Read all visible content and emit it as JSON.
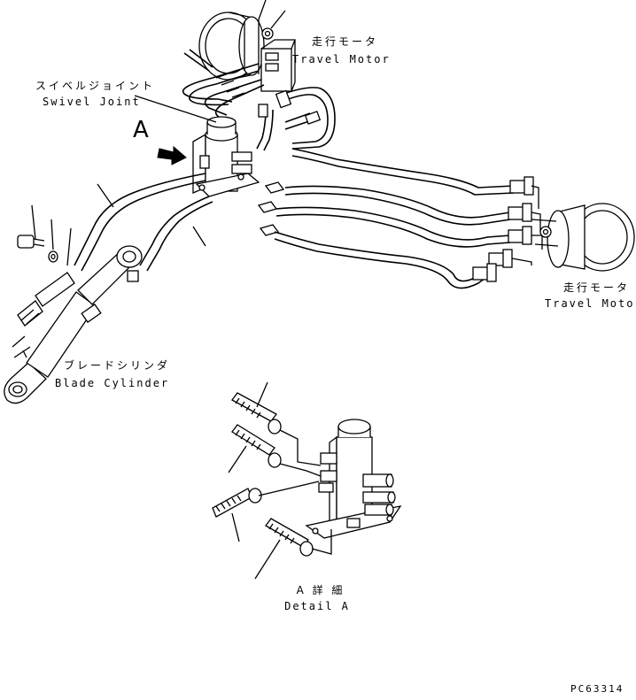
{
  "labels": {
    "travel_motor_top": {
      "jp": "走行モータ",
      "en": "Travel Motor"
    },
    "swivel_joint": {
      "jp": "スイベルジョイント",
      "en": "Swivel Joint"
    },
    "travel_motor_right": {
      "jp": "走行モータ",
      "en": "Travel Motor"
    },
    "blade_cylinder": {
      "jp": "ブレードシリンダ",
      "en": "Blade Cylinder"
    },
    "view_marker": "A",
    "detail": {
      "jp": "A 詳 細",
      "en": "Detail A"
    },
    "drawing_number": "PC63314"
  }
}
